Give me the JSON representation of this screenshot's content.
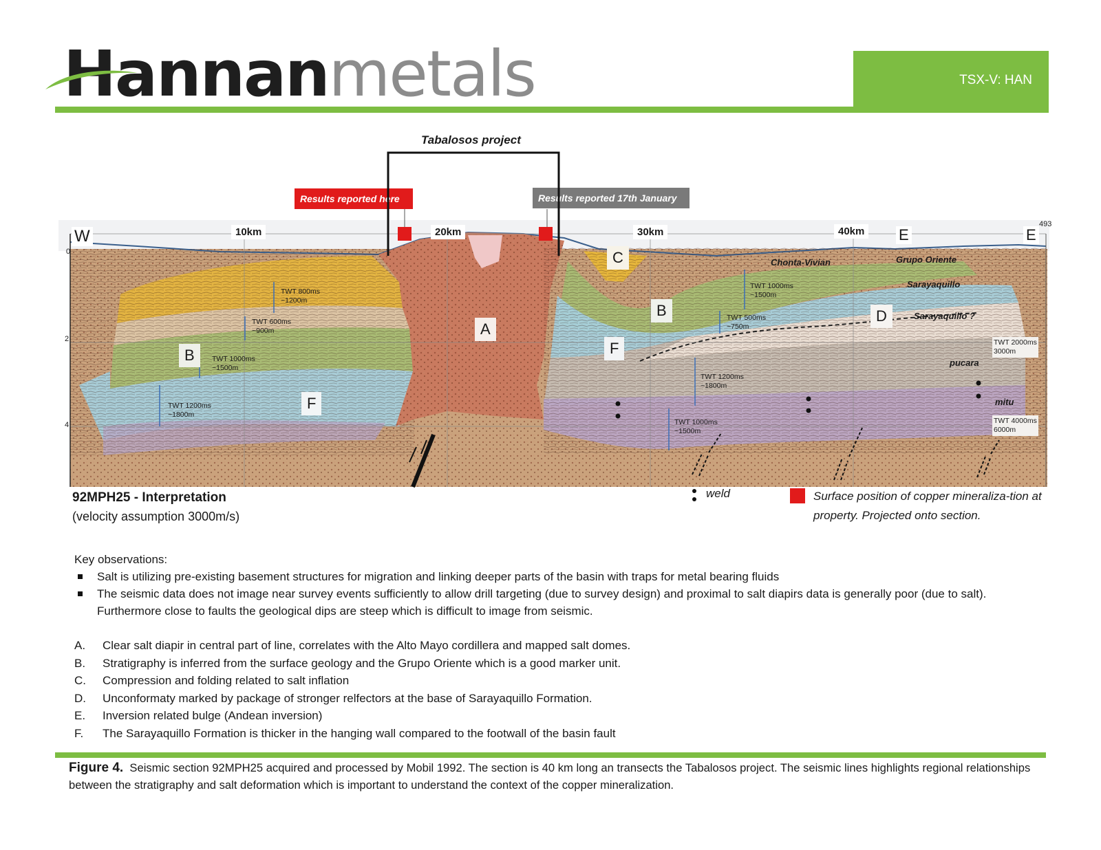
{
  "header": {
    "logo_part1": "Hannan",
    "logo_part2": "metals",
    "ticker": "TSX-V: HAN"
  },
  "project_label": "Tabalosos project",
  "callouts": {
    "results_here": "Results reported here",
    "results_january": "Results reported 17th January"
  },
  "section": {
    "distance_labels": [
      "W",
      "10km",
      "20km",
      "30km",
      "40km",
      "E",
      "E",
      "493"
    ],
    "depth_labels": [
      "0",
      "2",
      "4"
    ],
    "units": {
      "A": "A",
      "B_left": "B",
      "F_left": "F",
      "C": "C",
      "B_right": "B",
      "F_right": "F",
      "D": "D"
    },
    "formations": [
      "Chonta-Vivian",
      "Grupo Oriente",
      "Sarayaquillo",
      "Sarayaquillo ?",
      "pucara",
      "mitu"
    ],
    "annotations": {
      "twt_800": [
        "TWT 800ms",
        "~1200m"
      ],
      "twt_600": [
        "TWT 600ms",
        "~900m"
      ],
      "twt_1000_left": [
        "TWT 1000ms",
        "~1500m"
      ],
      "twt_1200_left": [
        "TWT 1200ms",
        "~1800m"
      ],
      "twt_1000_right": [
        "TWT 1000ms",
        "~1500m"
      ],
      "twt_500": [
        "TWT 500ms",
        "~750m"
      ],
      "twt_1200_right": [
        "TWT 1200ms",
        "~1800m"
      ],
      "twt_1000_lower": [
        "TWT 1000ms",
        "~1500m"
      ],
      "twt_2000": [
        "TWT 2000ms",
        "3000m"
      ],
      "twt_4000": [
        "TWT 4000ms",
        "6000m"
      ]
    },
    "title": "92MPH25 - Interpretation",
    "subtitle": "(velocity assumption 3000m/s)",
    "legend_weld": "weld",
    "legend_copper": "Surface position of copper mineraliza-tion at property. Projected onto section."
  },
  "key_observations": {
    "title": "Key observations:",
    "bullets": [
      "Salt is utilizing pre-existing basement structures for migration and linking deeper parts of the basin with traps for metal bearing fluids",
      "The seismic data does not image near survey events sufficiently to allow drill targeting (due to survey design) and proximal to salt diapirs data is generally poor (due to salt). Furthermore close to faults the geological dips are steep which is difficult to image from seismic."
    ],
    "items": [
      {
        "letter": "A.",
        "text": "Clear salt diapir in central part of line, correlates with the Alto Mayo cordillera and mapped salt domes."
      },
      {
        "letter": "B.",
        "text": "Stratigraphy is inferred from the surface geology and the Grupo Oriente which is a good marker unit."
      },
      {
        "letter": "C.",
        "text": "Compression and folding related to salt inflation"
      },
      {
        "letter": "D.",
        "text": "Unconformaty marked by package of stronger relfectors at the base of Sarayaquillo Formation."
      },
      {
        "letter": "E.",
        "text": "Inversion related bulge (Andean inversion)"
      },
      {
        "letter": "F.",
        "text": "The Sarayaquillo Formation is thicker in the hanging wall compared to the footwall of the basin fault"
      }
    ]
  },
  "figure_caption": {
    "label": "Figure 4.",
    "text": "Seismic section 92MPH25 acquired and processed by Mobil 1992. The section is 40 km long an transects the Tabalosos project. The seismic lines highlights regional relationships between the stratigraphy and salt deformation which is important to understand the context of the copper mineralization."
  },
  "colors": {
    "brand_green": "#7dbd42",
    "results_red": "#e11b1b",
    "results_grey": "#7a7a7a",
    "salt": "#c87a5e",
    "yellow_unit": "#e7b93a",
    "green_unit": "#9cb86a",
    "blue_unit": "#9cc9d6",
    "purple_unit": "#b9a5c8",
    "basement": "#c9a27a"
  }
}
